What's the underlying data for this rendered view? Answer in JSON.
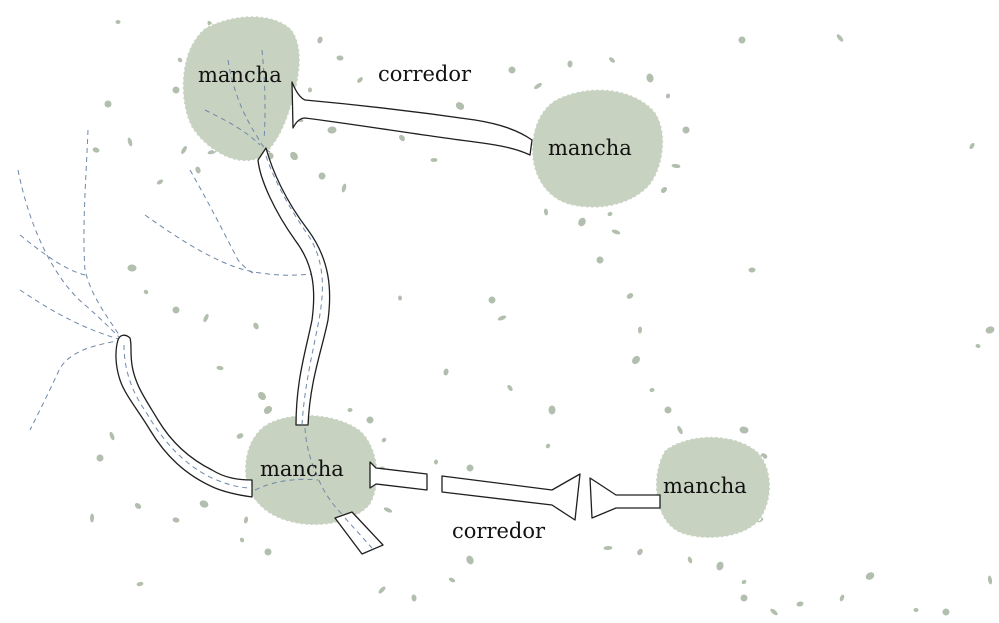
{
  "colors": {
    "patch_fill": "#c8d2c0",
    "patch_outline": "#ffffff",
    "stream": "#6f88a8",
    "corridor_stroke": "#1f1f1f",
    "corridor_fill": "#ffffff",
    "speckle": "#b3bfae",
    "text": "#111111"
  },
  "patches": [
    {
      "id": "top-left",
      "label": "mancha"
    },
    {
      "id": "top-right",
      "label": "mancha"
    },
    {
      "id": "bottom-center",
      "label": "mancha"
    },
    {
      "id": "bottom-right",
      "label": "mancha"
    }
  ],
  "corridors": [
    {
      "id": "top",
      "label": "corredor"
    },
    {
      "id": "bottom",
      "label": "corredor"
    }
  ]
}
